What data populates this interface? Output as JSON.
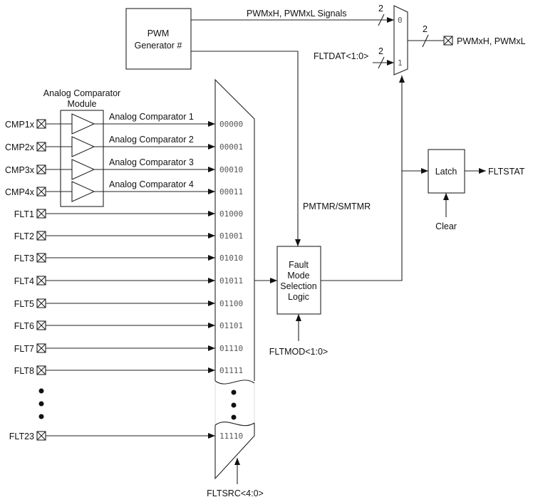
{
  "pwm_generator": {
    "line1": "PWM",
    "line2": "Generator #"
  },
  "signals": {
    "pwm_signals": "PWMxH, PWMxL Signals",
    "fltdat": "FLTDAT<1:0>",
    "output": "PWMxH, PWMxL",
    "bus_width": "2",
    "pmtmr": "PMTMR/SMTMR",
    "fltmod": "FLTMOD<1:0>",
    "fltsrc": "FLTSRC<4:0>",
    "fltstat": "FLTSTAT",
    "clear": "Clear"
  },
  "output_mux": {
    "input0": "0",
    "input1": "1"
  },
  "comparator_module": {
    "title1": "Analog Comparator",
    "title2": "Module"
  },
  "fault_logic": {
    "line1": "Fault",
    "line2": "Mode",
    "line3": "Selection",
    "line4": "Logic"
  },
  "latch": {
    "label": "Latch"
  },
  "inputs": [
    {
      "pin": "CMP1x",
      "comparator": "Analog Comparator 1",
      "code": "00000"
    },
    {
      "pin": "CMP2x",
      "comparator": "Analog Comparator 2",
      "code": "00001"
    },
    {
      "pin": "CMP3x",
      "comparator": "Analog Comparator 3",
      "code": "00010"
    },
    {
      "pin": "CMP4x",
      "comparator": "Analog Comparator 4",
      "code": "00011"
    },
    {
      "pin": "FLT1",
      "code": "01000"
    },
    {
      "pin": "FLT2",
      "code": "01001"
    },
    {
      "pin": "FLT3",
      "code": "01010"
    },
    {
      "pin": "FLT4",
      "code": "01011"
    },
    {
      "pin": "FLT5",
      "code": "01100"
    },
    {
      "pin": "FLT6",
      "code": "01101"
    },
    {
      "pin": "FLT7",
      "code": "01110"
    },
    {
      "pin": "FLT8",
      "code": "01111"
    },
    {
      "pin": "FLT23",
      "code": "11110"
    }
  ]
}
